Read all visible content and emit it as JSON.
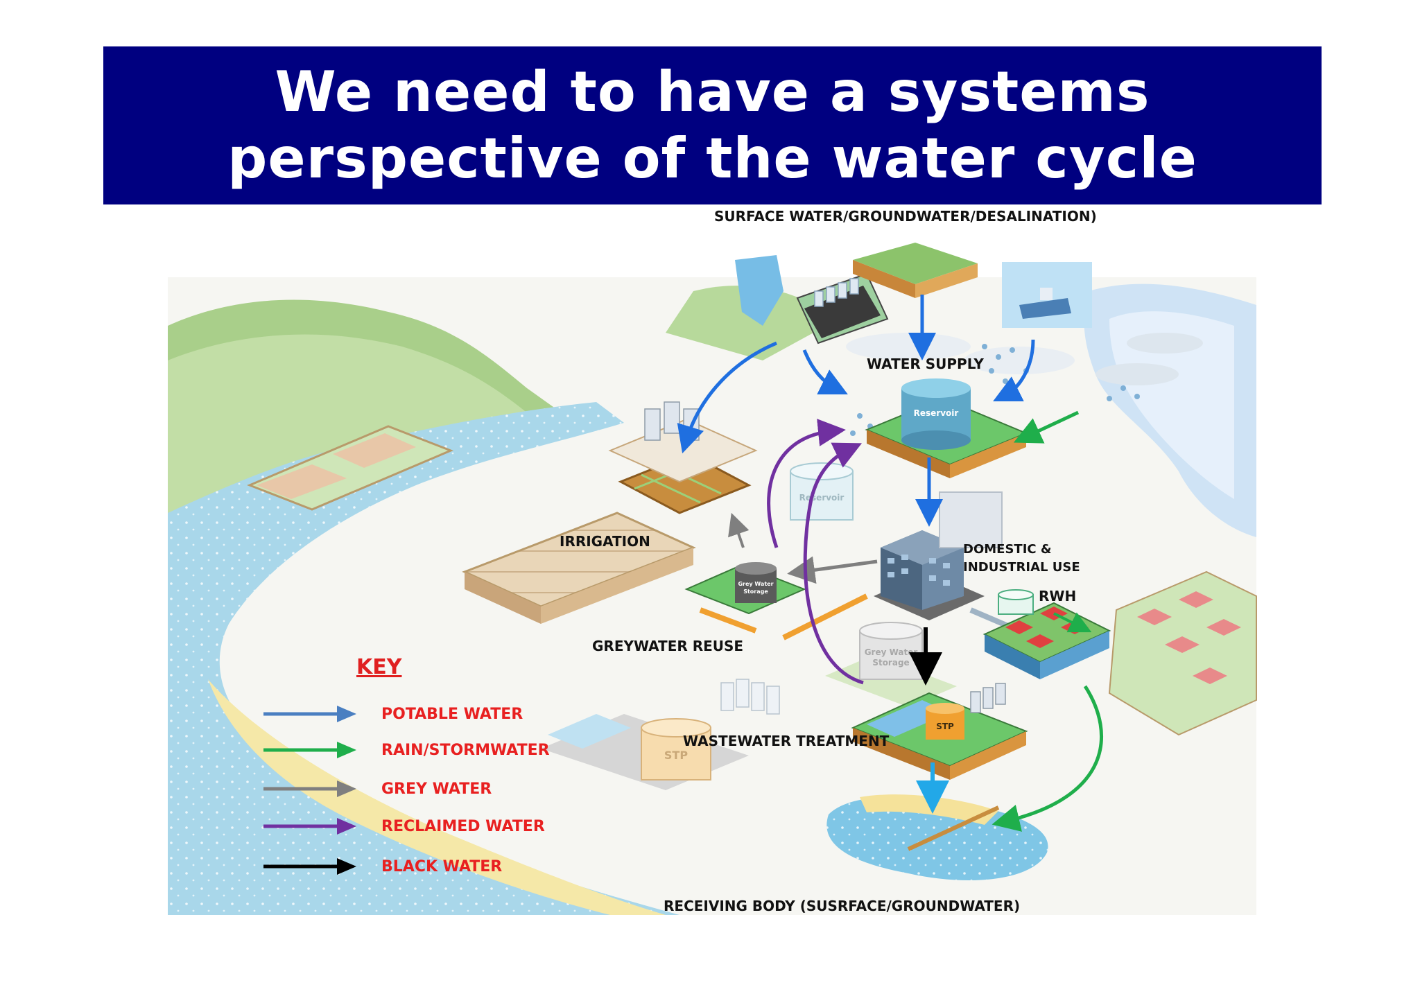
{
  "title": {
    "line1": "We need to have a systems",
    "line2": "perspective of the water cycle"
  },
  "labels": {
    "source": "SURFACE WATER/GROUNDWATER/DESALINATION)",
    "water_supply": "WATER SUPPLY",
    "irrigation": "IRRIGATION",
    "domestic_line1": "DOMESTIC &",
    "domestic_line2": "INDUSTRIAL USE",
    "rwh": "RWH",
    "greywater_reuse": "GREYWATER REUSE",
    "wastewater_treatment": "WASTEWATER TREATMENT",
    "receiving_body": "RECEIVING BODY (SUSRFACE/GROUNDWATER)"
  },
  "illustration_text": {
    "reservoir_main": "Reservoir",
    "reservoir_faded": "Reservoir",
    "grey_storage_1": "Grey Water",
    "grey_storage_1b": "Storage",
    "grey_storage_2": "Grey Water",
    "grey_storage_2b": "Storage",
    "stp_main": "STP",
    "stp_faded": "STP"
  },
  "key": {
    "title": "KEY",
    "items": [
      {
        "label": "POTABLE WATER",
        "color": "#4a7fc1"
      },
      {
        "label": "RAIN/STORMWATER",
        "color": "#1fae4b"
      },
      {
        "label": "GREY WATER",
        "color": "#7f7f7f"
      },
      {
        "label": "RECLAIMED WATER",
        "color": "#7030a0"
      },
      {
        "label": "BLACK WATER",
        "color": "#000000"
      }
    ]
  },
  "colors": {
    "title_bg": "#000080",
    "potable": "#1f6fe0",
    "rain": "#1fae4b",
    "grey": "#7f7f7f",
    "reclaimed": "#7030a0",
    "black": "#000000",
    "treated_outflow": "#22a8e8"
  }
}
